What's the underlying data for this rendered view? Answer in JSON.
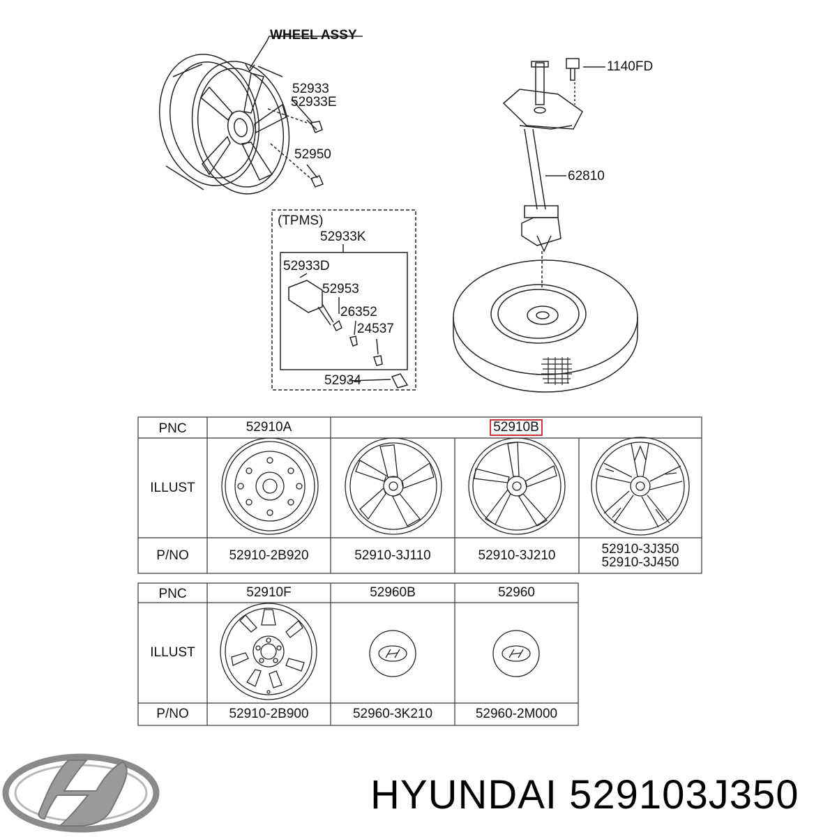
{
  "diagram": {
    "assembly_title": "WHEEL ASSY",
    "callouts": [
      "52933",
      "52933E",
      "52950",
      "1140FD",
      "62810"
    ],
    "tpms": {
      "title": "(TPMS)",
      "kit": "52933K",
      "parts": [
        "52933D",
        "52953",
        "26352",
        "24537",
        "52934"
      ]
    }
  },
  "table1": {
    "row_labels": [
      "PNC",
      "ILLUST",
      "P/NO"
    ],
    "pnc": [
      "52910A",
      "52910B"
    ],
    "pno": [
      "52910-2B920",
      "52910-3J110",
      "52910-3J210",
      "52910-3J350",
      "52910-3J450"
    ]
  },
  "table2": {
    "row_labels": [
      "PNC",
      "ILLUST",
      "P/NO"
    ],
    "pnc": [
      "52910F",
      "52960B",
      "52960"
    ],
    "pno": [
      "52910-2B900",
      "52960-3K210",
      "52960-2M000"
    ]
  },
  "footer": {
    "brand": "HYUNDAI",
    "part_number": "529103J350"
  },
  "colors": {
    "highlight": "#c9343a",
    "line": "#222222",
    "logo": "#8a8a8a"
  }
}
